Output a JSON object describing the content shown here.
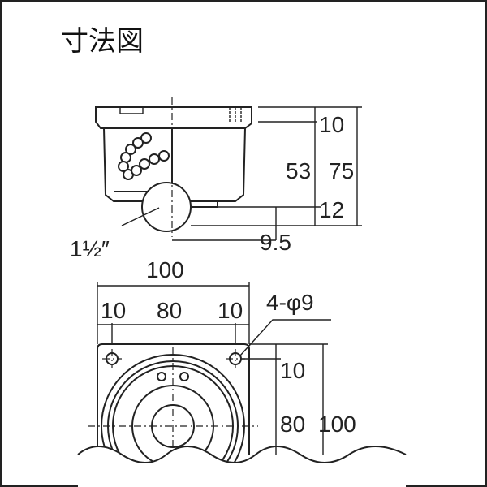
{
  "title": "寸法図",
  "side_view": {
    "dim_10": "10",
    "dim_53": "53",
    "dim_75": "75",
    "dim_12": "12",
    "dim_9_5": "9.5",
    "wheel_size": "1½″"
  },
  "plan_view": {
    "width_total": "100",
    "left_margin": "10",
    "hole_pitch": "80",
    "right_margin": "10",
    "hole_spec": "4-φ9",
    "vert_margin": "10",
    "vert_pitch": "80",
    "vert_total": "100"
  },
  "colors": {
    "line": "#222222",
    "background": "#ffffff"
  }
}
